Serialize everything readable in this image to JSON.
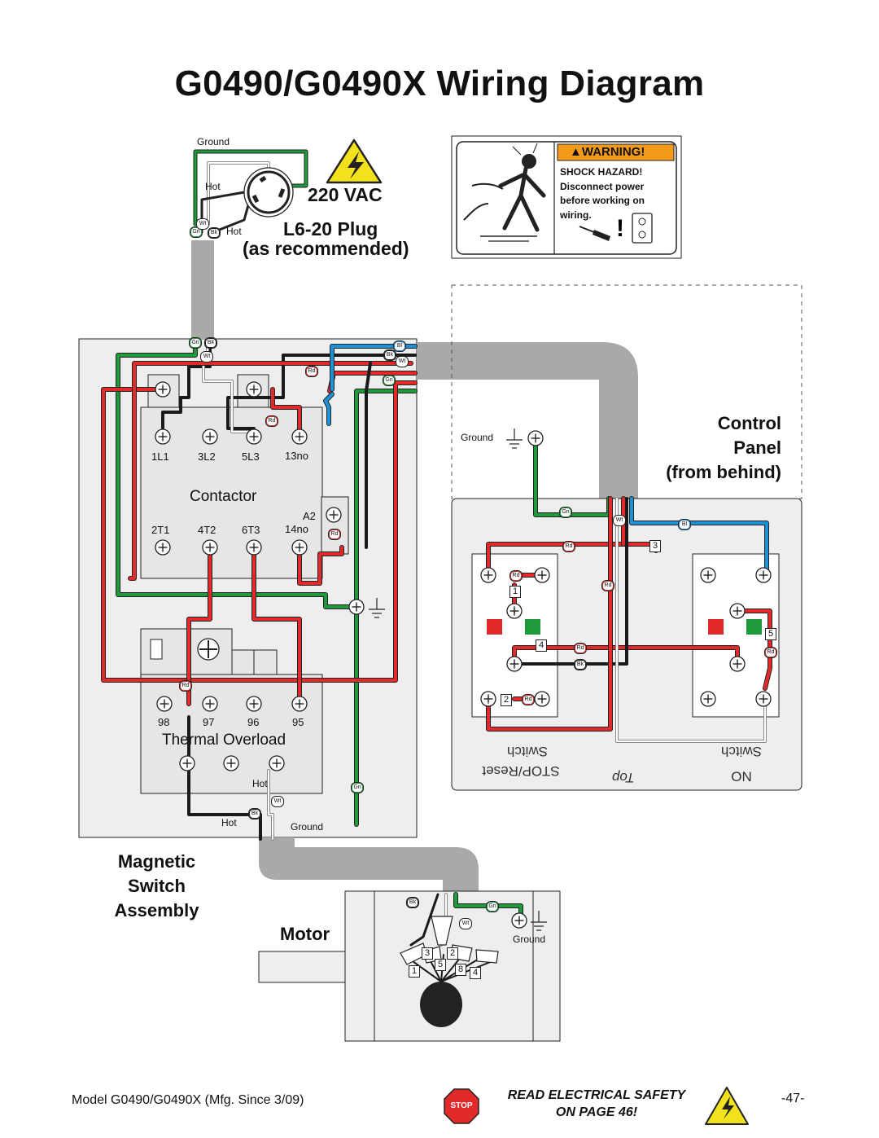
{
  "title": "G0490/G0490X Wiring Diagram",
  "plug": {
    "voltage": "220 VAC",
    "plug_type": "L6-20 Plug",
    "note": "as recommended",
    "ground_label": "Ground",
    "hot_label_1": "Hot",
    "hot_label_2": "Hot"
  },
  "warning": {
    "header": "WARNING!",
    "line1": "SHOCK HAZARD!",
    "line2": "Disconnect power",
    "line3": "before working on",
    "line4": "wiring."
  },
  "wire_tags": {
    "gn": "Gn",
    "bk": "Bk",
    "wt": "Wt",
    "rd": "Rd",
    "bl": "Bl"
  },
  "contactor": {
    "label": "Contactor",
    "top_terminals": [
      "1L1",
      "3L2",
      "5L3",
      "13no"
    ],
    "bottom_terminals": [
      "2T1",
      "4T2",
      "6T3",
      "14no"
    ],
    "coil": "A2"
  },
  "overload": {
    "label": "Thermal Overload",
    "terminals": [
      "98",
      "97",
      "96",
      "95"
    ],
    "hot_label": "Hot"
  },
  "magnetic_switch": {
    "line1": "Magnetic",
    "line2": "Switch",
    "line3": "Assembly",
    "hot_label": "Hot",
    "ground_label": "Ground"
  },
  "control_panel": {
    "line1": "Control",
    "line2": "Panel",
    "line3": "(from behind)",
    "ground_label": "Ground",
    "stop_switch_line1": "Switch",
    "stop_switch_line2": "STOP/Reset",
    "top_label": "Top",
    "on_switch_line1": "Switch",
    "on_switch_line2": "ON",
    "numbers": [
      "1",
      "2",
      "3",
      "4",
      "5"
    ]
  },
  "motor": {
    "label": "Motor",
    "ground_label": "Ground",
    "numbers": [
      "3",
      "2",
      "1",
      "5",
      "8",
      "4"
    ]
  },
  "footer": {
    "model": "Model G0490/G0490X (Mfg. Since 3/09)",
    "stop_sign": "STOP",
    "read_line1": "READ ELECTRICAL SAFETY",
    "read_line2": "ON PAGE 46!",
    "page": "-47-"
  },
  "colors": {
    "green": "#1e9a3c",
    "red": "#e32a2a",
    "blue": "#1e90d6",
    "black": "#1a1a1a",
    "white_wire": "#cfcfcf",
    "conduit": "#a9a9a9",
    "panel": "#eeeeee",
    "warning_orange": "#f59b1c",
    "bolt_yellow": "#f2e21e"
  },
  "icons": [
    "warning-triangle-icon",
    "shock-person-icon",
    "unplug-icon",
    "stop-sign-icon",
    "ground-symbol-icon"
  ]
}
